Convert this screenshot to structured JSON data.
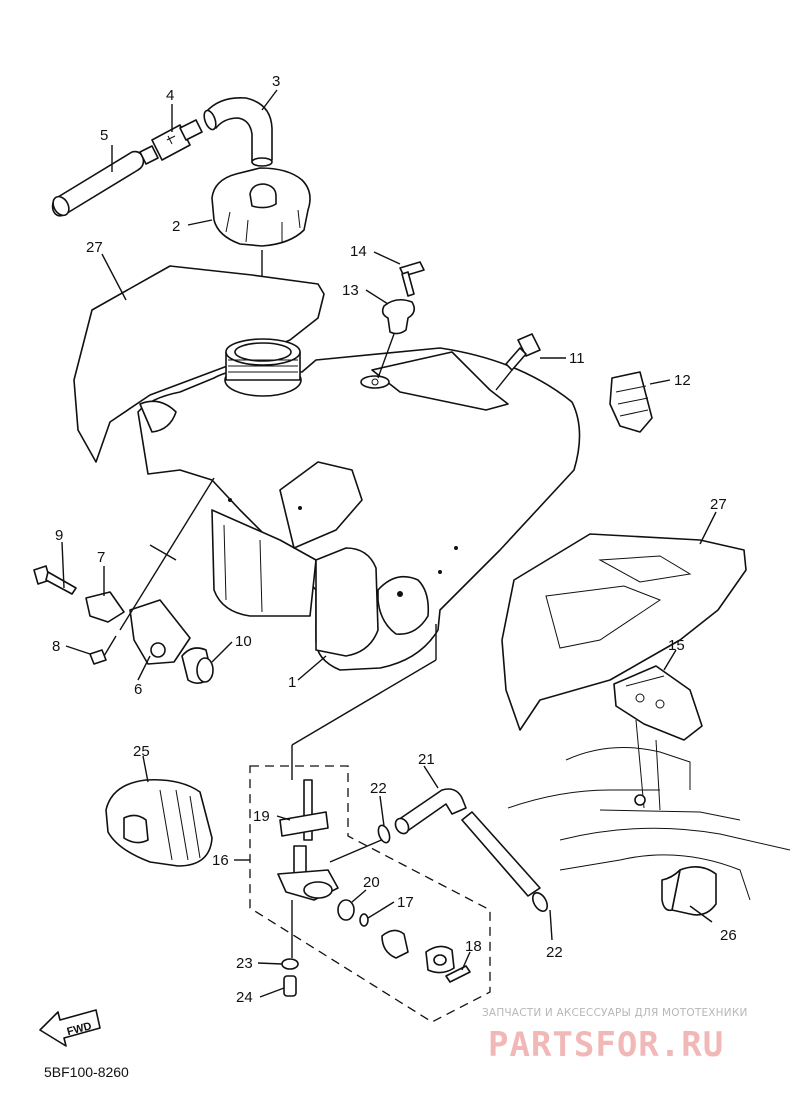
{
  "diagram_code": "5BF100-8260",
  "fwd_label": "FWD",
  "watermark": {
    "tagline": "ЗАПЧАСТИ И АКСЕССУАРЫ ДЛЯ МОТОТЕХНИКИ",
    "brand": "PARTSFOR.RU"
  },
  "callouts": {
    "c1": "1",
    "c2": "2",
    "c3": "3",
    "c4": "4",
    "c5": "5",
    "c6": "6",
    "c7": "7",
    "c8": "8",
    "c9": "9",
    "c10": "10",
    "c11": "11",
    "c12": "12",
    "c13": "13",
    "c14": "14",
    "c15": "15",
    "c16": "16",
    "c17": "17",
    "c18": "18",
    "c19": "19",
    "c20": "20",
    "c21": "21",
    "c22a": "22",
    "c22b": "22",
    "c23": "23",
    "c24": "24",
    "c25": "25",
    "c26": "26",
    "c27a": "27",
    "c27b": "27"
  }
}
